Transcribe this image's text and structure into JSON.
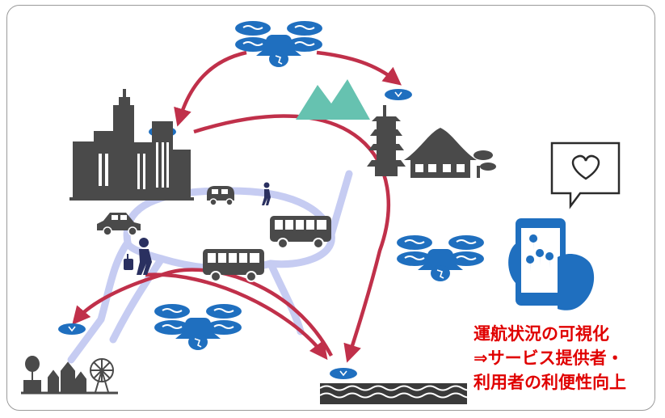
{
  "caption": {
    "line1": "運航状況の可視化",
    "line2": "⇒サービス提供者・",
    "line3": "利用者の利便性向上"
  },
  "colors": {
    "drone_blue": "#1f6fbf",
    "route_red": "#c0304a",
    "road_lavender": "#c6ccf2",
    "building_gray": "#4a4a4a",
    "mountain_teal": "#66c2b0",
    "caption_red": "#e00000"
  },
  "icons": [
    "drone-icon",
    "city-buildings-icon",
    "mountain-icon",
    "pagoda-temple-icon",
    "car-icon",
    "pedestrian-icon",
    "traveler-with-luggage-icon",
    "bus-icon",
    "amusement-park-icon",
    "waves-icon",
    "smartphone-map-icon",
    "heart-speech-bubble-icon",
    "landing-pad-icon"
  ]
}
